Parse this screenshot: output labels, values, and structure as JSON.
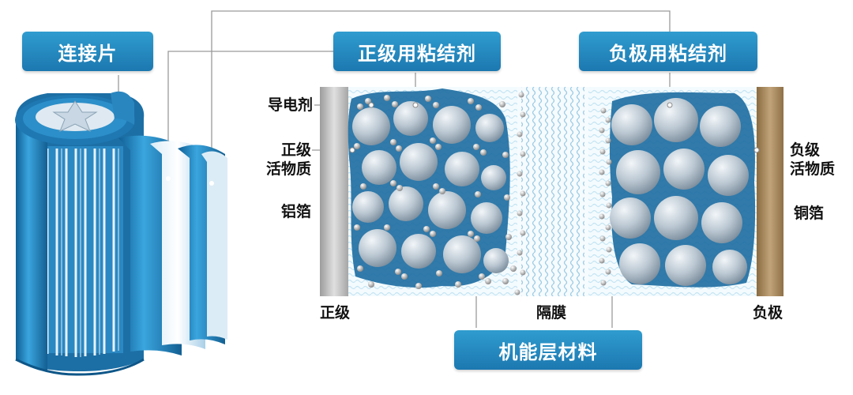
{
  "badges": {
    "connector": "连接片",
    "cathode_binder": "正级用粘结剂",
    "anode_binder": "负极用粘结剂",
    "functional_material": "机能层材料"
  },
  "labels": {
    "conductive_agent": "导电剂",
    "cathode_active_line1": "正级",
    "cathode_active_line2": "活物质",
    "aluminum_foil": "铝箔",
    "anode_active_line1": "负级",
    "anode_active_line2": "活物质",
    "copper_foil": "铜箔",
    "positive": "正级",
    "separator": "隔膜",
    "negative": "负极"
  },
  "colors": {
    "badge": "#1f82b8",
    "binder_blue": "#1f6fa3",
    "particle": "#b8c4cf",
    "aluminum": "#b9b9b9",
    "copper": "#a88a5f",
    "leader_line": "#9a9a9a"
  }
}
